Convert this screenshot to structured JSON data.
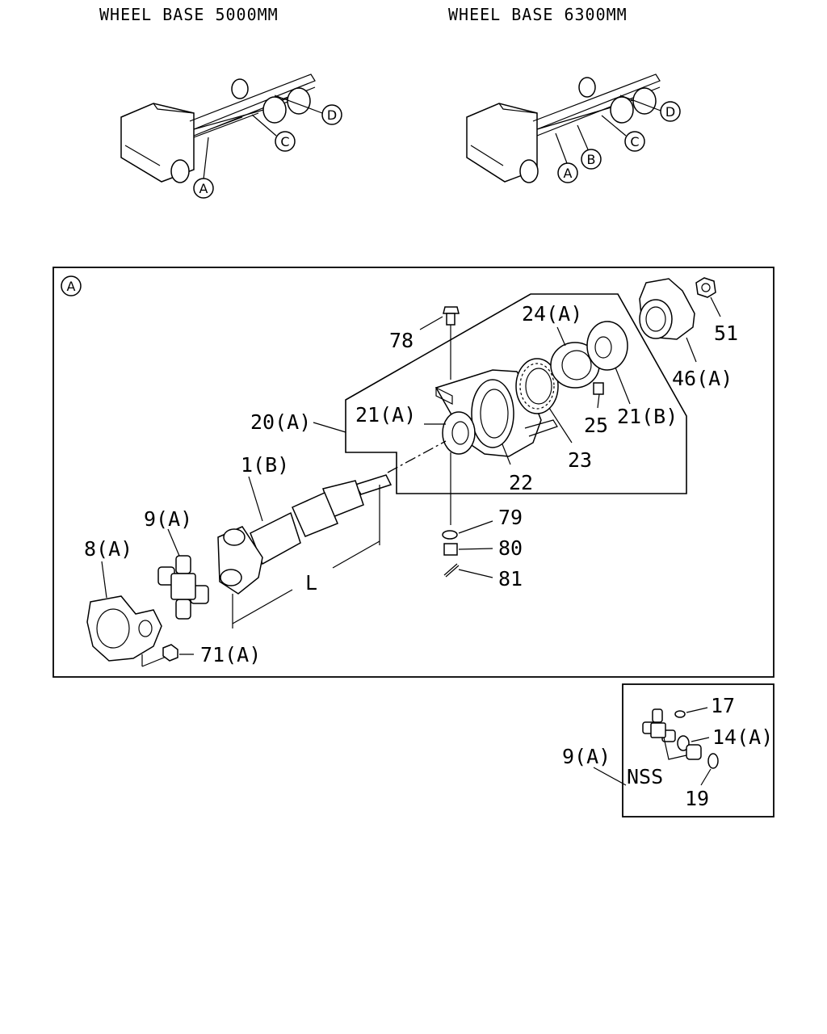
{
  "headers": {
    "left": "WHEEL BASE 5000MM",
    "right": "WHEEL BASE 6300MM"
  },
  "overview": {
    "left_callouts": [
      "A",
      "C",
      "D"
    ],
    "right_callouts": [
      "A",
      "B",
      "C",
      "D"
    ]
  },
  "detail_a": {
    "section_marker": "A",
    "labels": {
      "p78": "78",
      "p24a": "24(A)",
      "p51": "51",
      "p46a": "46(A)",
      "p20a": "20(A)",
      "p21a": "21(A)",
      "p25": "25",
      "p21b": "21(B)",
      "p23": "23",
      "p22": "22",
      "p1b": "1(B)",
      "p9a": "9(A)",
      "p8a": "8(A)",
      "p79": "79",
      "p80": "80",
      "p81": "81",
      "dimL": "L",
      "p71a": "71(A)"
    }
  },
  "nss_box": {
    "ref": "9(A)",
    "nss": "NSS",
    "p17": "17",
    "p14a": "14(A)",
    "p19": "19"
  }
}
